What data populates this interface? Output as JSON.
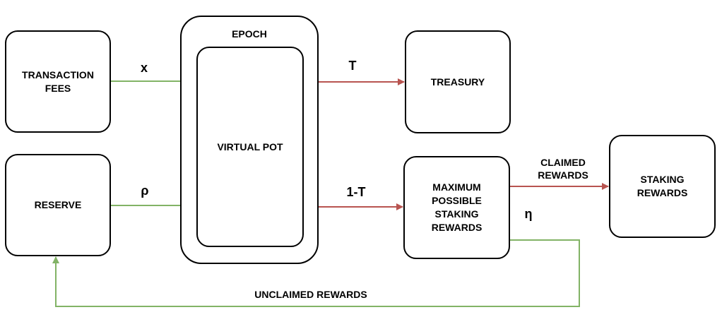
{
  "colors": {
    "green": "#82b366",
    "red": "#b85450",
    "border": "#000000"
  },
  "nodes": {
    "transaction_fees": "TRANSACTION\nFEES",
    "reserve": "RESERVE",
    "epoch": "EPOCH",
    "virtual_pot": "VIRTUAL POT",
    "treasury": "TREASURY",
    "max_staking": "MAXIMUM\nPOSSIBLE\nSTAKING\nREWARDS",
    "staking_rewards": "STAKING\nREWARDS"
  },
  "edges": {
    "x": "x",
    "rho": "ρ",
    "t": "T",
    "one_minus_t": "1-T",
    "claimed": "CLAIMED\nREWARDS",
    "eta": "η",
    "unclaimed": "UNCLAIMED REWARDS"
  }
}
